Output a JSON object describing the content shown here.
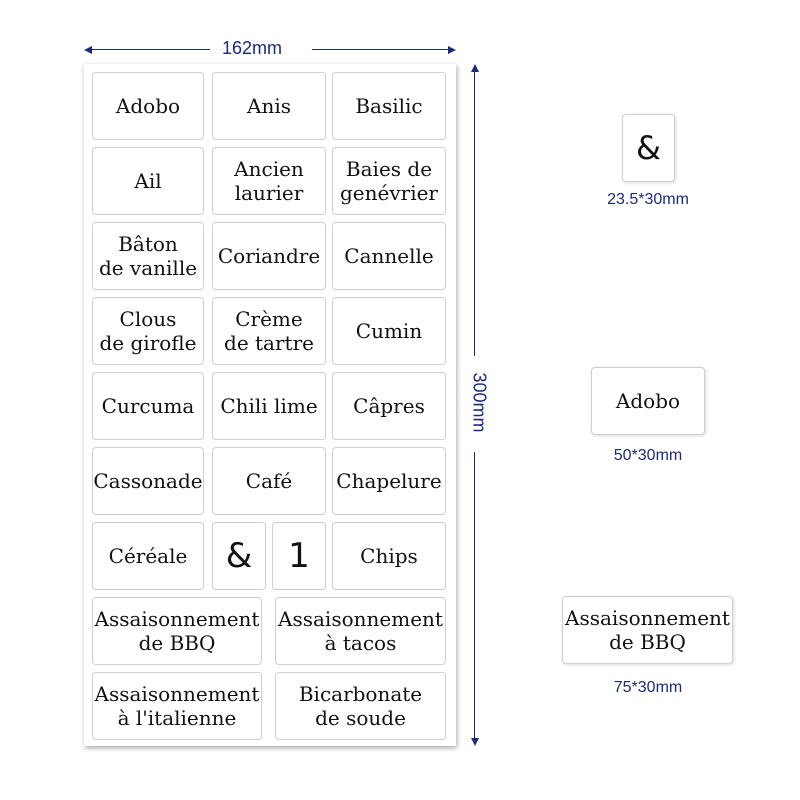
{
  "dimensions": {
    "width_label": "162mm",
    "height_label": "300mm"
  },
  "labels": {
    "adobo": "Adobo",
    "anis": "Anis",
    "basilic": "Basilic",
    "ail": "Ail",
    "ancien_laurier": "Ancien\nlaurier",
    "baies_genevrier": "Baies de\ngenévrier",
    "baton_vanille": "Bâton\nde vanille",
    "coriandre": "Coriandre",
    "cannelle": "Cannelle",
    "clous_girofle": "Clous\nde girofle",
    "creme_tartre": "Crème\nde tartre",
    "cumin": "Cumin",
    "curcuma": "Curcuma",
    "chili_lime": "Chili lime",
    "capres": "Câpres",
    "cassonade": "Cassonade",
    "cafe": "Café",
    "chapelure": "Chapelure",
    "cereale": "Céréale",
    "ampersand": "&",
    "one": "1",
    "chips": "Chips",
    "assaisonnement_bbq": "Assaisonnement\nde BBQ",
    "assaisonnement_tacos": "Assaisonnement\nà tacos",
    "assaisonnement_italienne": "Assaisonnement\nà l'italienne",
    "bicarbonate": "Bicarbonate\nde soude"
  },
  "samples": {
    "small": {
      "text": "&",
      "size": "23.5*30mm"
    },
    "medium": {
      "text": "Adobo",
      "size": "50*30mm"
    },
    "large": {
      "text": "Assaisonnement\nde BBQ",
      "size": "75*30mm"
    }
  },
  "colors": {
    "dimension": "#1c2a7e",
    "label_border": "#cfcfcf"
  }
}
